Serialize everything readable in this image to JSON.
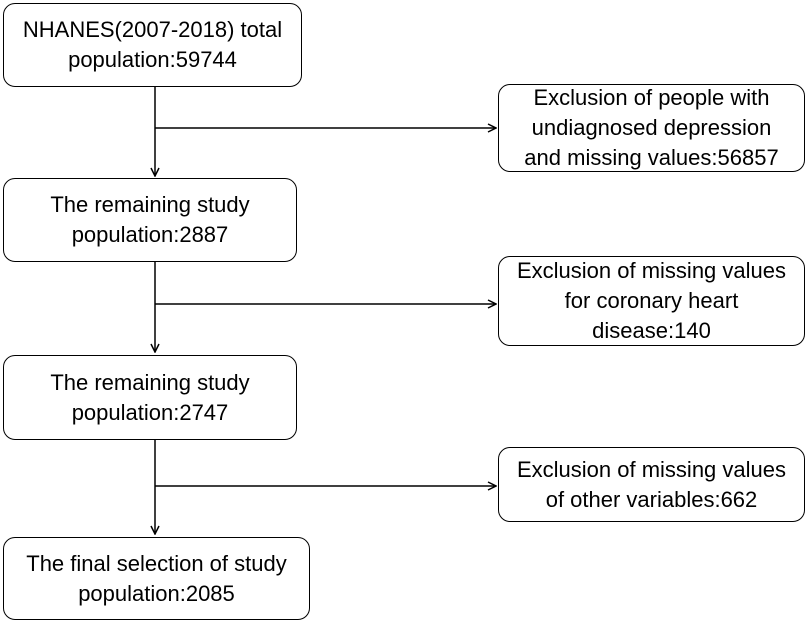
{
  "flow": {
    "steps": [
      {
        "lines": [
          "NHANES(2007-2018) total",
          "population:59744"
        ]
      },
      {
        "lines": [
          "The remaining study",
          "population:2887"
        ]
      },
      {
        "lines": [
          "The remaining study",
          "population:2747"
        ]
      },
      {
        "lines": [
          "The final selection of study",
          "population:2085"
        ]
      }
    ],
    "exclusions": [
      {
        "lines": [
          "Exclusion of people with",
          "undiagnosed depression",
          "and missing values:56857"
        ]
      },
      {
        "lines": [
          "Exclusion of missing values",
          "for coronary heart",
          "disease:140"
        ]
      },
      {
        "lines": [
          "Exclusion of missing values",
          "of other variables:662"
        ]
      }
    ]
  }
}
